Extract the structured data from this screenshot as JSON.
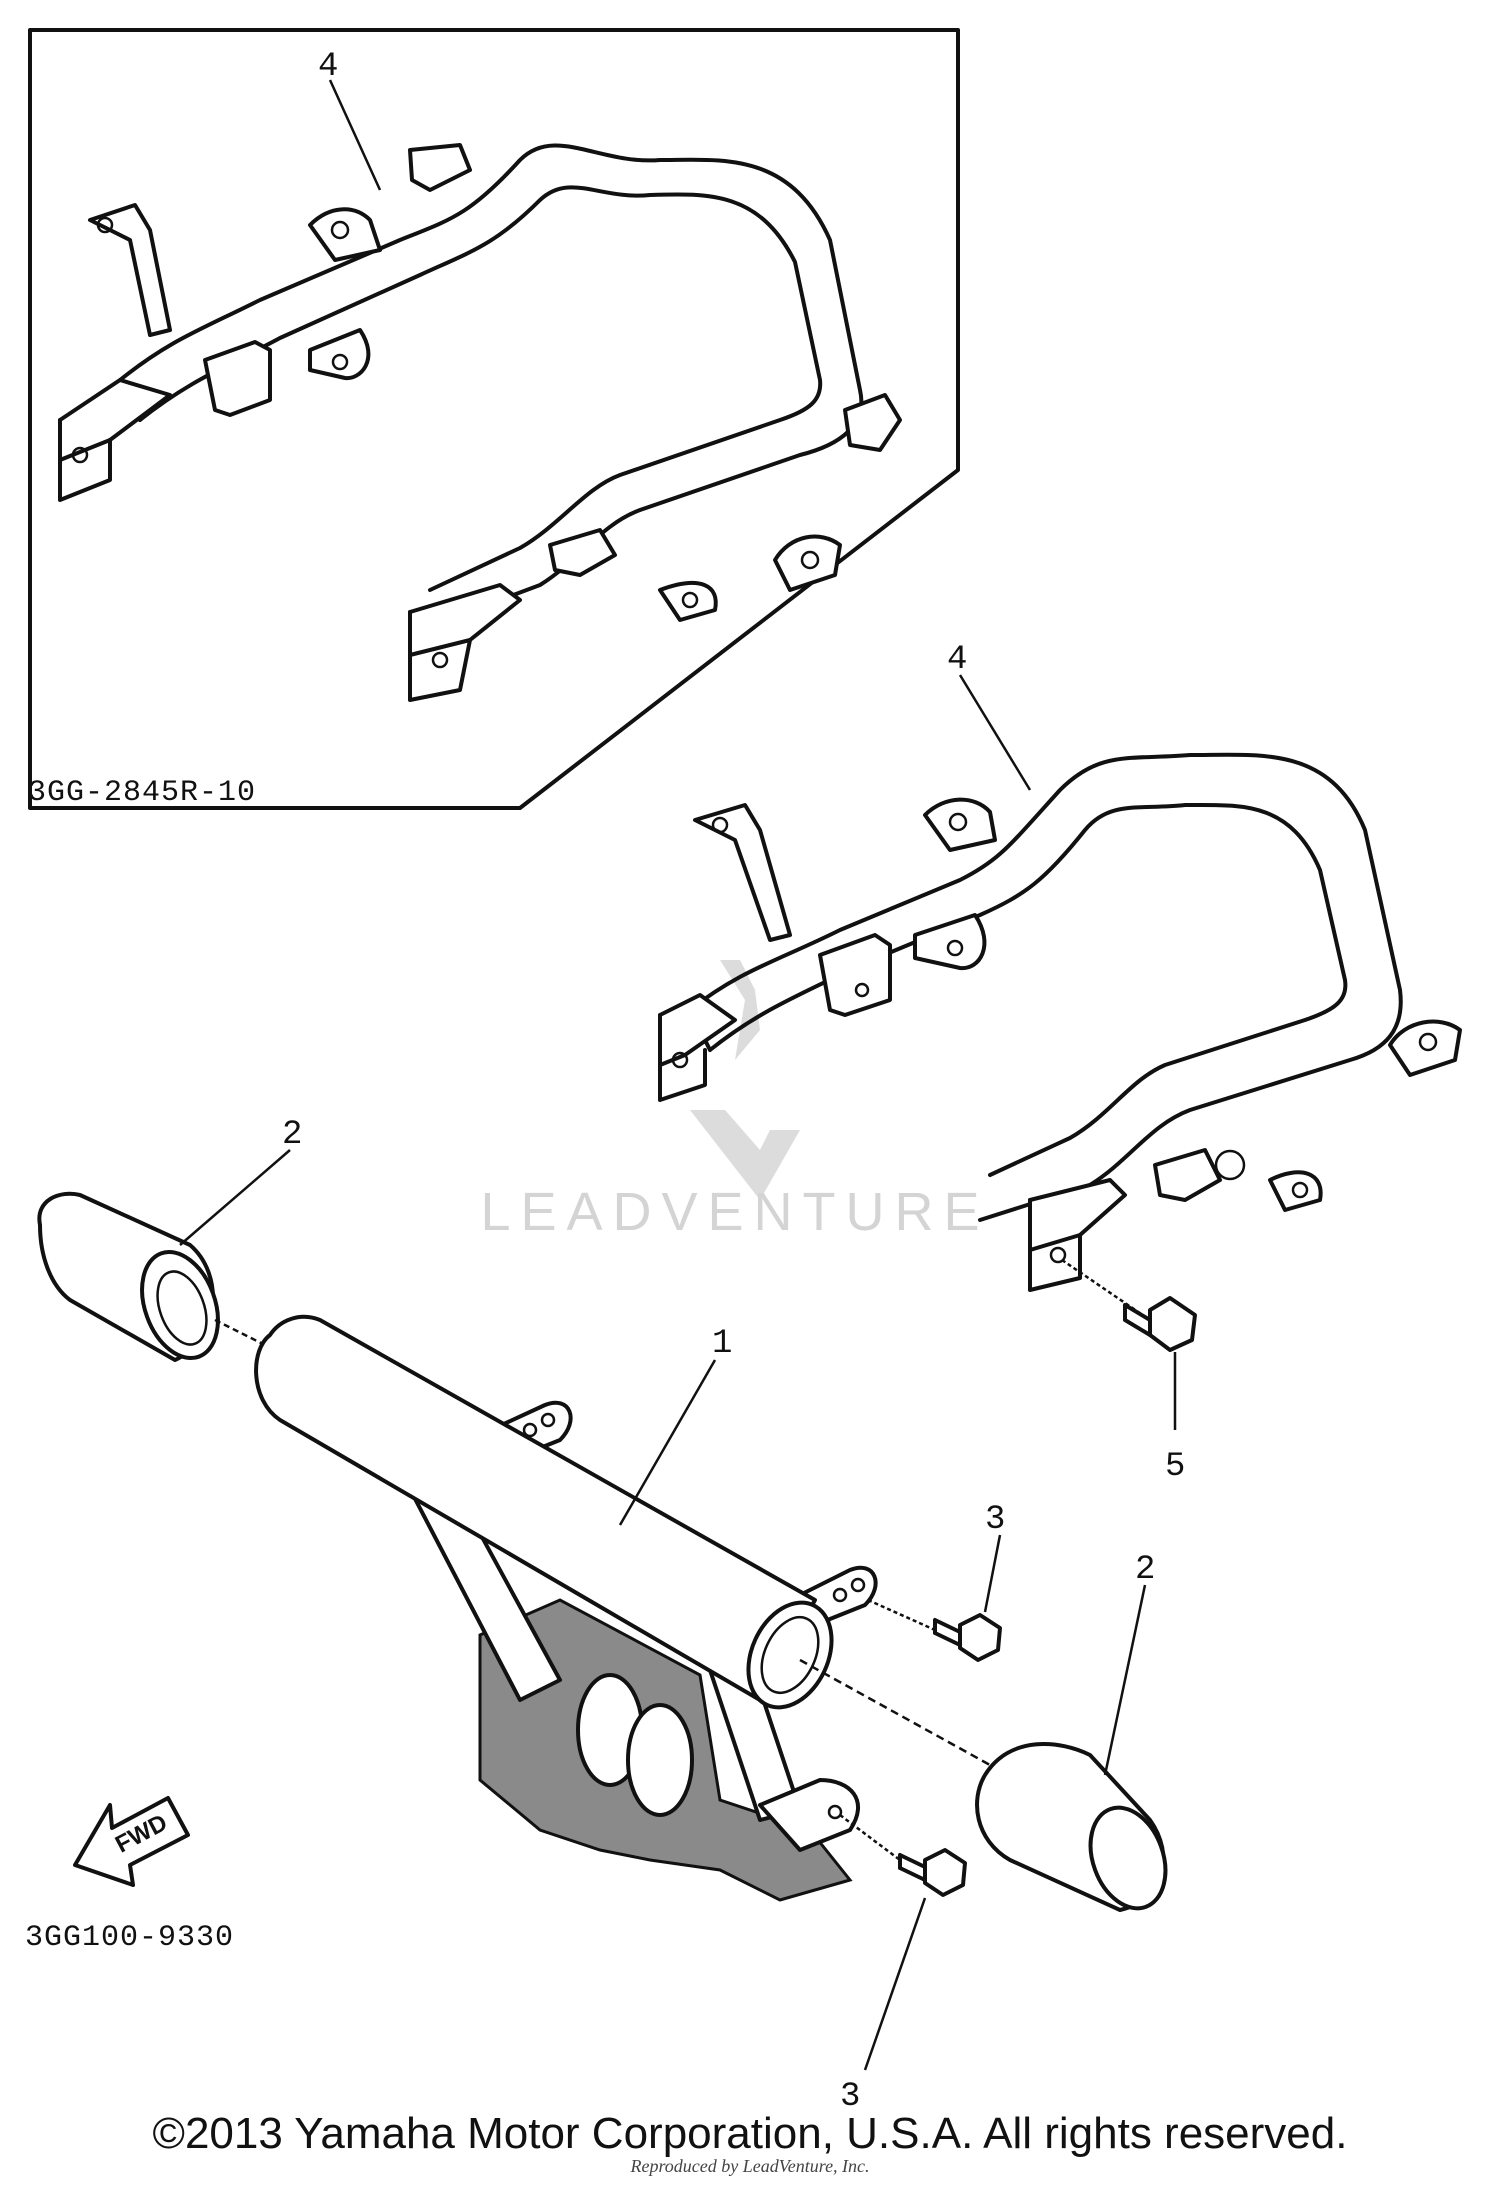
{
  "inset": {
    "code": "3GG-2845R-10",
    "callout": "4"
  },
  "callouts": {
    "part1": "1",
    "part2_left": "2",
    "part2_right": "2",
    "part3_upper": "3",
    "part3_lower": "3",
    "part4": "4",
    "part5": "5"
  },
  "direction_arrow": {
    "label": "FWD",
    "icon": "fwd-arrow-icon"
  },
  "diagram_code": "3GG100-9330",
  "watermark": {
    "brand": "LEADVENTURE",
    "icon": "leadventure-logo-icon",
    "color": "#d4d4d4"
  },
  "footer": {
    "copyright": "©2013 Yamaha Motor Corporation, U.S.A. All rights reserved.",
    "reproduced": "Reproduced by LeadVenture, Inc."
  }
}
